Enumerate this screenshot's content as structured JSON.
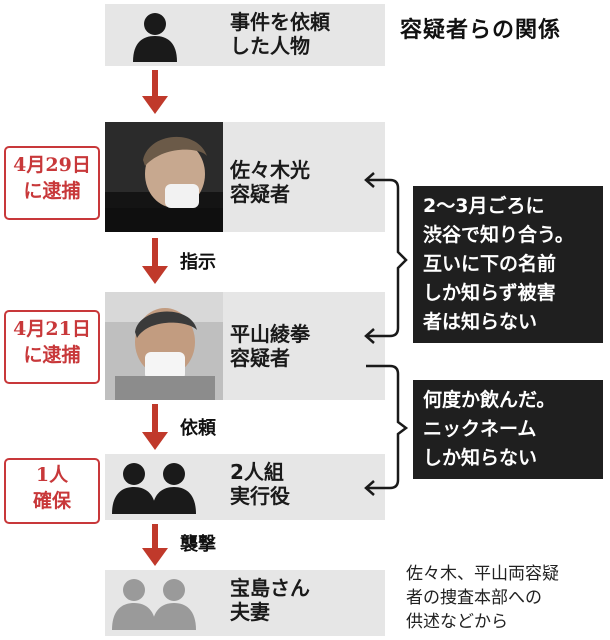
{
  "title": "容疑者らの関係",
  "nodes": {
    "client": {
      "label": "事件を依頼\nした人物"
    },
    "sasaki": {
      "label": "佐々木光\n容疑者",
      "stamp": "4月29日\nに逮捕"
    },
    "hirayama": {
      "label": "平山綾拳\n容疑者",
      "stamp": "4月21日\nに逮捕"
    },
    "executors": {
      "label": "2人組\n実行役",
      "stamp": "1人\n確保"
    },
    "victims": {
      "label": "宝島さん\n夫妻"
    }
  },
  "edges": {
    "instruction": "指示",
    "request": "依頼",
    "attack": "襲撃"
  },
  "notes": {
    "note1": "2～3月ごろに\n渋谷で知り合う。\n互いに下の名前\nしか知らず被害\n者は知らない",
    "note2": "何度か飲んだ。\nニックネーム\nしか知らない"
  },
  "footnote": "佐々木、平山両容疑\n者の捜査本部への\n供述などから",
  "colors": {
    "arrow": "#c0392b",
    "stamp": "#c8383a",
    "box": "#e6e6e6",
    "note_bg": "#1f1f1f"
  }
}
